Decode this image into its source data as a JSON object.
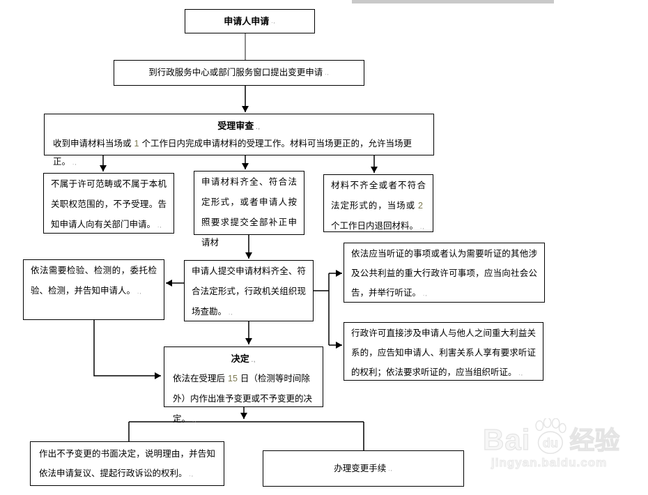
{
  "marks": {
    "p": ".,"
  },
  "colors": {
    "inline_number": "#7d7a52",
    "top_bar": "#c9c9c9",
    "watermark": "#e4e4e4"
  },
  "nodes": {
    "applicant": {
      "label": "申请人申请"
    },
    "submit_window": {
      "label": "到行政服务中心或部门服务窗口提出变更申请"
    },
    "acceptance": {
      "title": "受理审查",
      "body_pre": "收到申请材料当场或",
      "body_num": "1",
      "body_post": "个工作日内完成申请材料的受理工作。材料可当场更正的，允许当场更正。"
    },
    "not_accepted": {
      "label": "不属于许可范畴或不属于本机关职权范围的，不予受理。告知申请人向有关部门申请。"
    },
    "materials_complete": {
      "label": "申请材料齐全、符合法定形式，或者申请人按照要求提交全部补正申请材"
    },
    "materials_incomplete": {
      "body_pre": "材料不齐全或者不符合法定形式的，当场或",
      "body_num": "2",
      "body_post": "个工作日内退回材料。"
    },
    "inspection": {
      "label": "依法需要检验、检测的，委托检验、检测，并告知申请人。"
    },
    "site_survey": {
      "label": "申请人提交申请材料齐全、符合法定形式，行政机关组织现场查勘。"
    },
    "public_hearing": {
      "label": "依法应当听证的事项或者认为需要听证的其他涉及公共利益的重大行政许可事项，应当向社会公告，并举行听证。"
    },
    "party_hearing": {
      "label": "行政许可直接涉及申请人与他人之间重大利益关系的，应告知申请人、利害关系人享有要求听证的权利；依法要求听证的，应当组织听证。"
    },
    "decision": {
      "title": "决定",
      "body_pre": "依法在受理后",
      "body_num": "15",
      "body_post": "日（检测等时间除外）内作出准予变更或不予变更的决定。"
    },
    "refusal_notice": {
      "label": "作出不予变更的书面决定，说明理由，并告知依法申请复议、提起行政诉讼的权利。"
    },
    "handle_change": {
      "label": "办理变更手续"
    }
  },
  "watermark": {
    "brand_part1": "Bai",
    "brand_part2": "du",
    "brand_part3": "经验",
    "site": "jingyan.baidu.com"
  }
}
